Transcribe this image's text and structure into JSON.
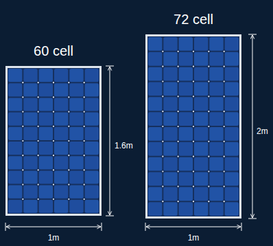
{
  "diagram": {
    "nodes": [
      {
        "text": [
          "60 cell"
        ]
      },
      {
        "text": [
          "72 cell"
        ]
      }
    ],
    "labels": [
      "1.6m",
      "2m",
      "1m",
      "1m"
    ]
  }
}
